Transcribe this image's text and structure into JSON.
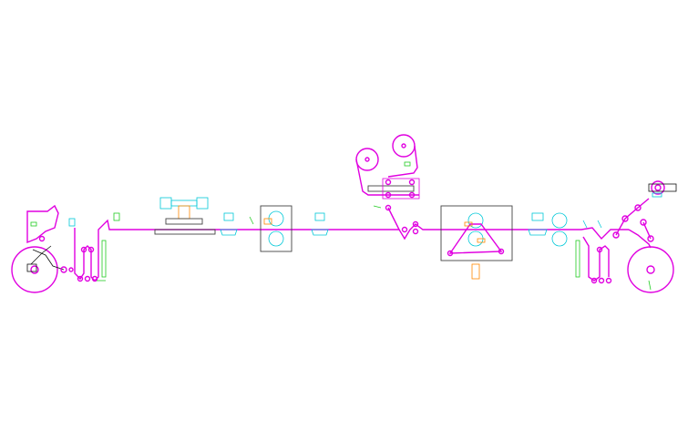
{
  "drawing": {
    "background": "#ffffff"
  },
  "colors": {
    "web": "#e000e0",
    "equipment": "#00c8d8",
    "sensor": "#22cc22",
    "actuator": "#ff8800",
    "frame": "#444444",
    "linkage": "#111111"
  },
  "components": [
    "unwind-reel",
    "unwind-dancer",
    "infeed-accumulator",
    "coating-station",
    "guide-roller",
    "nip-roller-unit",
    "lamination-unwind-reels",
    "laminating-station",
    "cooling-rollers",
    "outfeed-accumulator",
    "rewind-reel",
    "rewind-tension-arm"
  ]
}
